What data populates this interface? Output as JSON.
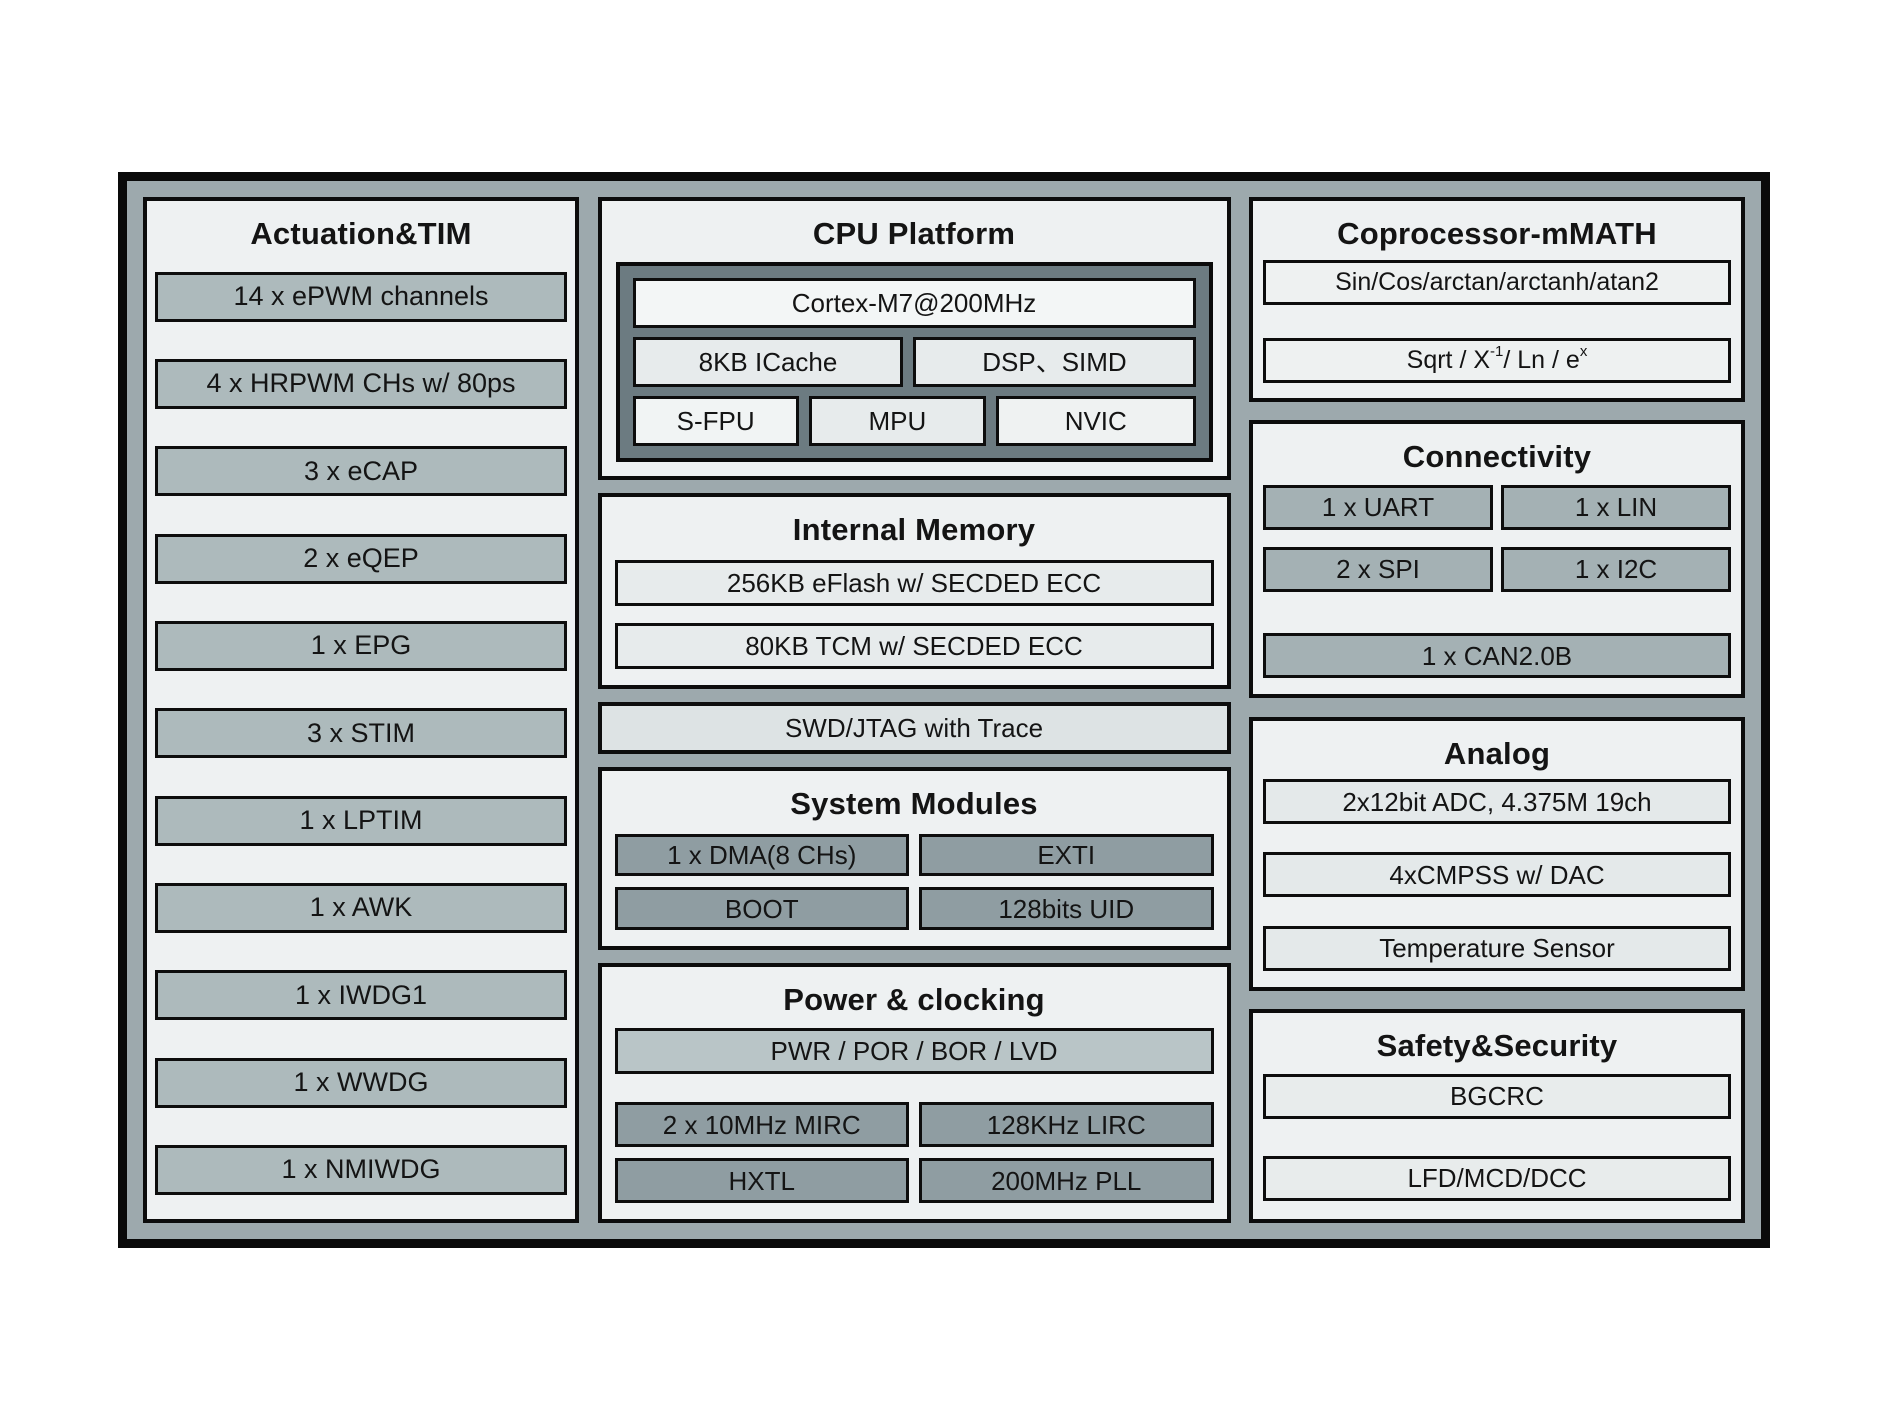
{
  "diagram": {
    "actuation": {
      "title": "Actuation&TIM",
      "items": [
        "14 x ePWM channels",
        "4 x HRPWM CHs w/ 80ps",
        "3 x eCAP",
        "2 x eQEP",
        "1 x EPG",
        "3 x STIM",
        "1 x LPTIM",
        "1 x AWK",
        "1 x IWDG1",
        "1 x WWDG",
        "1 x NMIWDG"
      ]
    },
    "cpu": {
      "title": "CPU Platform",
      "core": "Cortex-M7@200MHz",
      "icache": "8KB ICache",
      "dsp": "DSP、SIMD",
      "fpu": "S-FPU",
      "mpu": "MPU",
      "nvic": "NVIC"
    },
    "memory": {
      "title": "Internal Memory",
      "flash": "256KB eFlash w/ SECDED ECC",
      "tcm": "80KB TCM w/ SECDED ECC"
    },
    "debug": {
      "label": "SWD/JTAG with Trace"
    },
    "system": {
      "title": "System Modules",
      "dma": "1 x DMA(8 CHs)",
      "exti": "EXTI",
      "boot": "BOOT",
      "uid": "128bits UID"
    },
    "power": {
      "title": "Power & clocking",
      "bar": "PWR / POR / BOR / LVD",
      "mirc": "2 x 10MHz MIRC",
      "lirc": "128KHz LIRC",
      "hxtl": "HXTL",
      "pll": "200MHz PLL"
    },
    "coproc": {
      "title": "Coprocessor-mMATH",
      "trig": "Sin/Cos/arctan/arctanh/atan2",
      "sqrt_a": "Sqrt / X",
      "sqrt_sup1": "-1",
      "sqrt_b": " / Ln / e",
      "sqrt_sup2": "x"
    },
    "connectivity": {
      "title": "Connectivity",
      "uart": "1 x UART",
      "lin": "1 x LIN",
      "spi": "2 x SPI",
      "i2c": "1 x I2C",
      "can": "1 x CAN2.0B"
    },
    "analog": {
      "title": "Analog",
      "adc": "2x12bit ADC, 4.375M 19ch",
      "cmpss": "4xCMPSS w/ DAC",
      "temp": "Temperature Sensor"
    },
    "safety": {
      "title": "Safety&Security",
      "bgcrc": "BGCRC",
      "lfd": "LFD/MCD/DCC"
    },
    "colors": {
      "chip_background": "#9da9ad",
      "panel_background": "#eef1f2",
      "actuation_box": "#adbabc",
      "dark_box": "#8f9da2",
      "connectivity_box": "#a4b1b4",
      "light_box": "#e4e9ea",
      "power_bar": "#b9c5c7",
      "cpu_core_container": "#6c7b81",
      "border": "#0a0a0a"
    }
  }
}
